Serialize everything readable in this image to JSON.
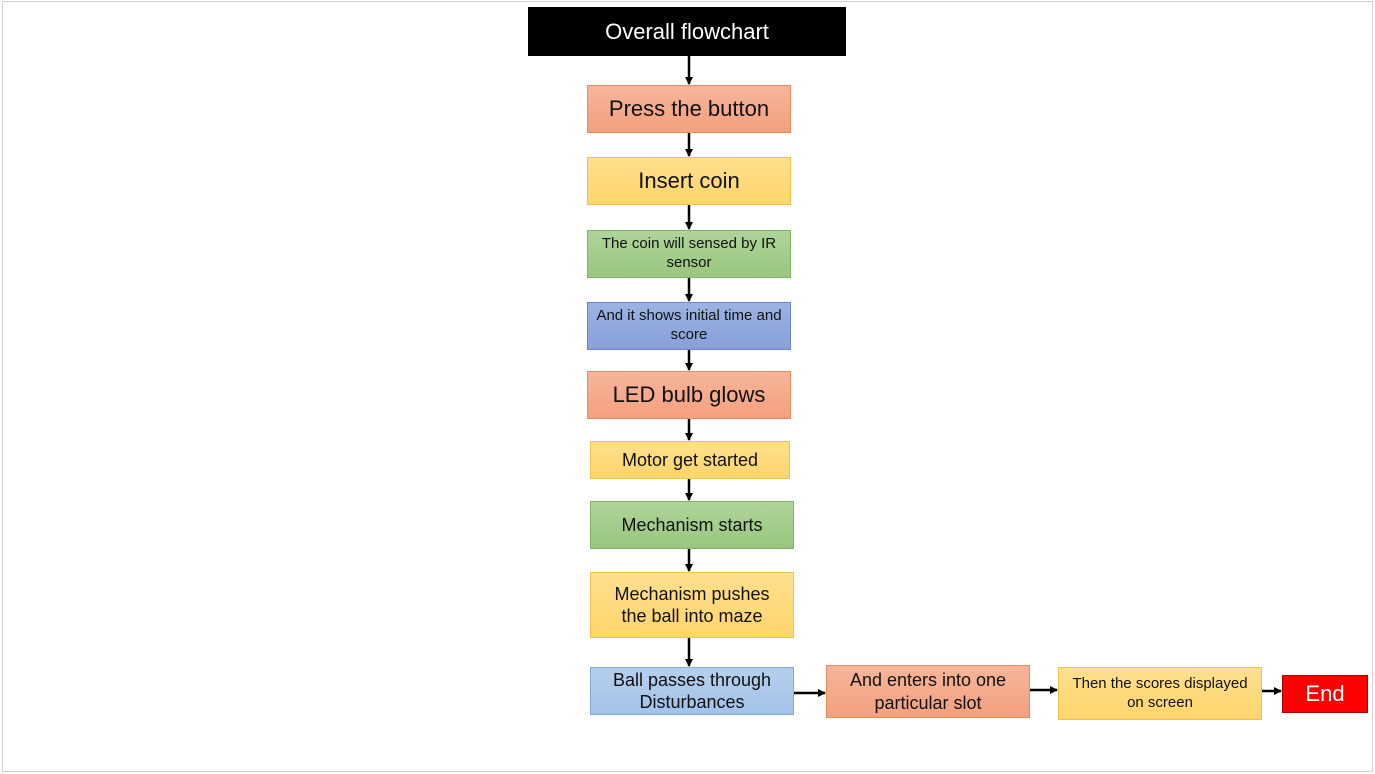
{
  "diagram": {
    "title": "Overall flowchart",
    "steps": [
      "Press the button",
      "Insert coin",
      "The coin will sensed by IR sensor",
      "And it shows initial time and score",
      "LED bulb glows",
      "Motor get started",
      "Mechanism starts",
      "Mechanism pushes the ball into maze",
      "Ball passes through Disturbances",
      "And enters into one particular slot",
      "Then the scores displayed on screen",
      "End"
    ],
    "colors": {
      "title_bg": "#000000",
      "salmon": "#f4a684",
      "yellow": "#ffd96f",
      "green": "#a3cb8a",
      "blue": "#8fa5dc",
      "light_blue": "#a9c5ea",
      "end_red": "#ff0000",
      "arrow": "#000000"
    }
  }
}
